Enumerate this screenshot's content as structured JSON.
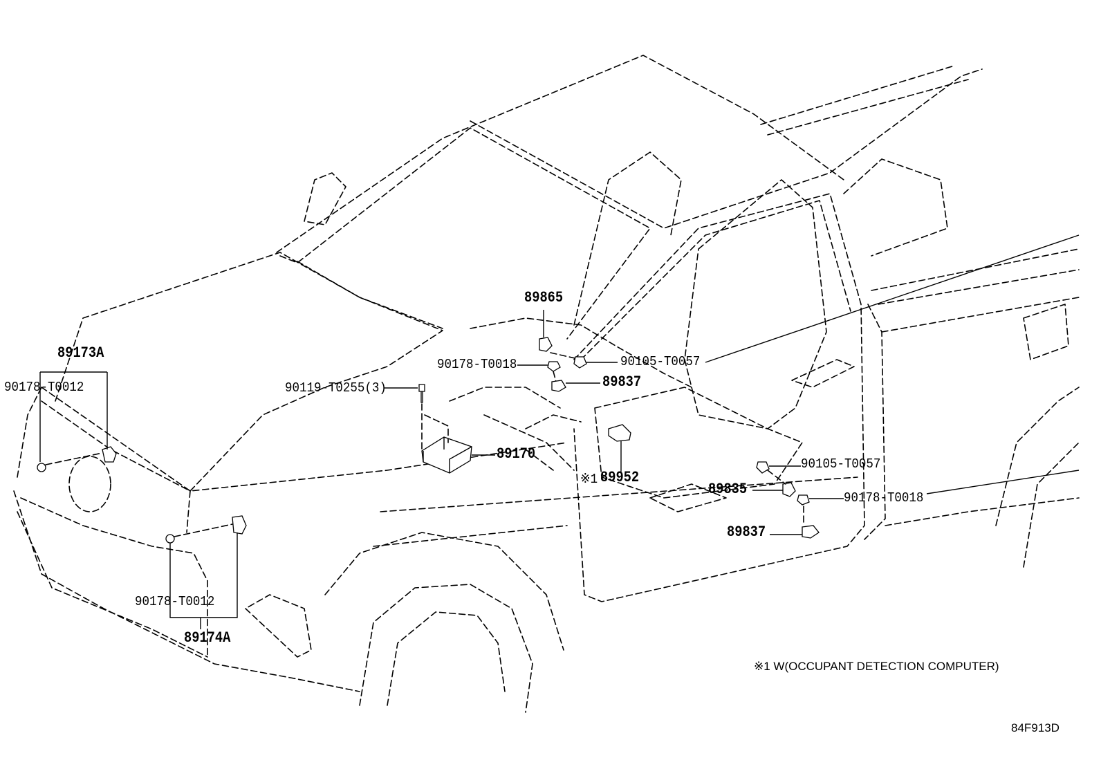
{
  "labels": {
    "p89173a": "89173A",
    "p90178_t0012_left": "90178-T0012",
    "p90119_t0255": "90119-T0255(3)",
    "p90178_t0018_upper": "90178-T0018",
    "p89865": "89865",
    "p90105_t0057_upper": "90105-T0057",
    "p89837_upper": "89837",
    "p89170": "89170",
    "p89952": "89952",
    "p89952_mark": "※1",
    "p90105_t0057_lower": "90105-T0057",
    "p89835": "89835",
    "p90178_t0018_lower": "90178-T0018",
    "p89837_lower": "89837",
    "p90178_t0012_bottom": "90178-T0012",
    "p89174a": "89174A"
  },
  "footnote": "※1 W(OCCUPANT DETECTION COMPUTER)",
  "drawing_code": "84F913D"
}
